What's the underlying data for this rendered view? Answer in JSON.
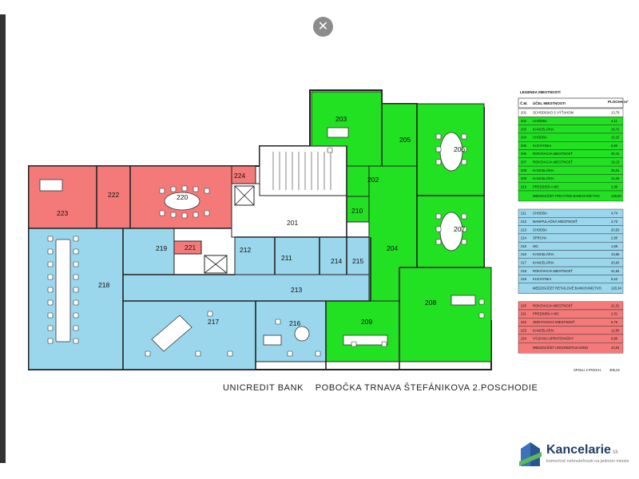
{
  "plan_title": "UNICREDIT BANK    POBOČKA TRNAVA ŠTEFÁNIKOVA 2.POSCHODIE",
  "close_icon": "close-icon",
  "colors": {
    "red": "#f47a7a",
    "blue": "#9ad6ec",
    "green": "#22e022",
    "corridor": "#ffffff",
    "wall": "#222222"
  },
  "rooms": [
    {
      "num": "223",
      "zone": "red"
    },
    {
      "num": "222",
      "zone": "red"
    },
    {
      "num": "220",
      "zone": "red"
    },
    {
      "num": "224",
      "zone": "red"
    },
    {
      "num": "221",
      "zone": "red"
    },
    {
      "num": "219",
      "zone": "blue"
    },
    {
      "num": "218",
      "zone": "blue"
    },
    {
      "num": "217",
      "zone": "blue"
    },
    {
      "num": "216",
      "zone": "blue"
    },
    {
      "num": "213",
      "zone": "blue"
    },
    {
      "num": "212",
      "zone": "blue"
    },
    {
      "num": "211",
      "zone": "blue"
    },
    {
      "num": "214",
      "zone": "blue"
    },
    {
      "num": "215",
      "zone": "blue"
    },
    {
      "num": "201",
      "zone": "white"
    },
    {
      "num": "202",
      "zone": "green"
    },
    {
      "num": "203",
      "zone": "green"
    },
    {
      "num": "204",
      "zone": "green"
    },
    {
      "num": "205",
      "zone": "green"
    },
    {
      "num": "206",
      "zone": "green"
    },
    {
      "num": "207",
      "zone": "green"
    },
    {
      "num": "208",
      "zone": "green"
    },
    {
      "num": "209",
      "zone": "green"
    },
    {
      "num": "210",
      "zone": "green"
    }
  ],
  "legend": {
    "title": "LEGENDA  MIESTNOSTÍ",
    "col_num": "Č.M.",
    "col_use": "ÚČEL MIESTNOSTI",
    "col_area": "PLOCHA m²",
    "rows": [
      {
        "num": "201",
        "use": "SCHODISKO S VÝŤAHOM",
        "area": "13,79",
        "zone": "white"
      },
      {
        "num": "202",
        "use": "CHODBA",
        "area": "4,11",
        "zone": "green"
      },
      {
        "num": "203",
        "use": "KANCELÁRIA",
        "area": "16,72",
        "zone": "green"
      },
      {
        "num": "204",
        "use": "CHODBA",
        "area": "15,22",
        "zone": "green"
      },
      {
        "num": "205",
        "use": "KUCHYNKA",
        "area": "5,80",
        "zone": "green"
      },
      {
        "num": "206",
        "use": "ROKOVACIA MIESTNOSŤ",
        "area": "25,41",
        "zone": "green"
      },
      {
        "num": "207",
        "use": "ROKOVACIA MIESTNOSŤ",
        "area": "19,13",
        "zone": "green"
      },
      {
        "num": "208",
        "use": "KANCELÁRIA",
        "area": "25,01",
        "zone": "green"
      },
      {
        "num": "209",
        "use": "KANCELÁRIA",
        "area": "14,49",
        "zone": "green"
      },
      {
        "num": "210",
        "use": "PREDSIEŇ A WC",
        "area": "2,90",
        "zone": "green"
      },
      {
        "num": "",
        "use": "MEDZISÚČET PRIVÁTNE BANKOVNÍCTVO",
        "area": "128,80",
        "zone": "green"
      },
      {
        "num": "211",
        "use": "CHODBA",
        "area": "4,74",
        "zone": "blue"
      },
      {
        "num": "212",
        "use": "MANIPULAČNÁ MIESTNOSŤ",
        "area": "4,73",
        "zone": "blue"
      },
      {
        "num": "213",
        "use": "CHODBA",
        "area": "20,53",
        "zone": "blue"
      },
      {
        "num": "214",
        "use": "SPRCHA",
        "area": "2,90",
        "zone": "blue"
      },
      {
        "num": "215",
        "use": "WC",
        "area": "1,69",
        "zone": "blue"
      },
      {
        "num": "216",
        "use": "KANCELÁRIA",
        "area": "13,56",
        "zone": "blue"
      },
      {
        "num": "217",
        "use": "KANCELÁRIA",
        "area": "20,63",
        "zone": "blue"
      },
      {
        "num": "218",
        "use": "ROKOVACIA MIESTNOSŤ",
        "area": "41,94",
        "zone": "blue"
      },
      {
        "num": "219",
        "use": "KUCHYNKA",
        "area": "9,22",
        "zone": "blue"
      },
      {
        "num": "",
        "use": "MEDZISÚČET RETAILOVÉ BANKOVNÍCTVO",
        "area": "120,34",
        "zone": "blue"
      },
      {
        "num": "220",
        "use": "ROKOVACIA MIESTNOSŤ",
        "area": "21,31",
        "zone": "red"
      },
      {
        "num": "221",
        "use": "PREDSIEŇ A WC",
        "area": "2,31",
        "zone": "red"
      },
      {
        "num": "222",
        "use": "ODDYCHOVÁ MIESTNOSŤ",
        "area": "5,76",
        "zone": "red"
      },
      {
        "num": "223",
        "use": "KANCELÁRIA",
        "area": "12,83",
        "zone": "red"
      },
      {
        "num": "224",
        "use": "VÝLEVKA UPRATOVAČKY",
        "area": "0,90",
        "zone": "red"
      },
      {
        "num": "",
        "use": "MEDZISÚČET UNICREDITLEASING",
        "area": "43,04",
        "zone": "red"
      }
    ],
    "total_label": "SPOLU 2.POSCH.",
    "total_area": "305,02"
  },
  "brand": {
    "name": "Kancelarie",
    "suffix": ".sk",
    "tagline": "komerčné nehnuteľnosti na jednom mieste",
    "logo_icon": "building-logo-icon"
  }
}
